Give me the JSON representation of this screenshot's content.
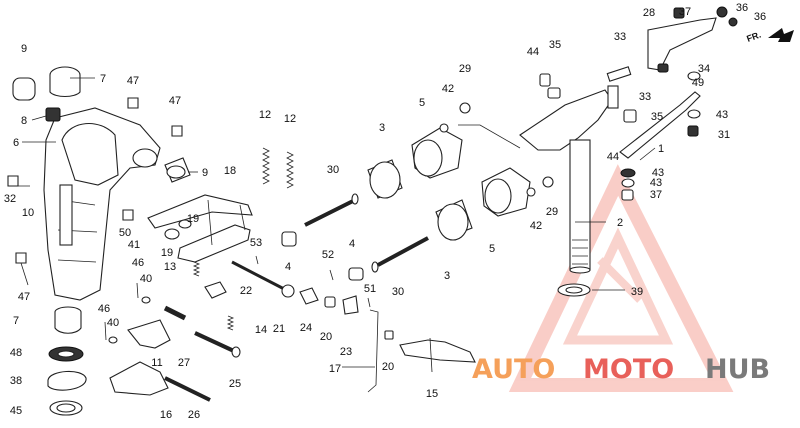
{
  "diagram": {
    "direction_label": "FR.",
    "callouts": [
      "9",
      "7",
      "8",
      "6",
      "32",
      "10",
      "47",
      "47",
      "47",
      "9",
      "50",
      "41",
      "18",
      "19",
      "19",
      "13",
      "12",
      "12",
      "30",
      "53",
      "4",
      "46",
      "40",
      "22",
      "21",
      "46",
      "40",
      "7",
      "48",
      "38",
      "45",
      "11",
      "27",
      "14",
      "25",
      "16",
      "26",
      "3",
      "5",
      "42",
      "29",
      "44",
      "35",
      "28",
      "37",
      "36",
      "36",
      "33",
      "34",
      "49",
      "35",
      "33",
      "44",
      "43",
      "31",
      "43",
      "43",
      "37",
      "1",
      "2",
      "39",
      "29",
      "42",
      "5",
      "4",
      "3",
      "52",
      "51",
      "24",
      "20",
      "23",
      "30",
      "17",
      "20",
      "15"
    ],
    "watermark": {
      "part1": "AUTO",
      "part2": "MOTO",
      "part3": "HUB"
    },
    "colors": {
      "watermark_orange": "#f5a05a",
      "watermark_red": "#e8605a",
      "watermark_gray": "#7a7a7a"
    }
  }
}
